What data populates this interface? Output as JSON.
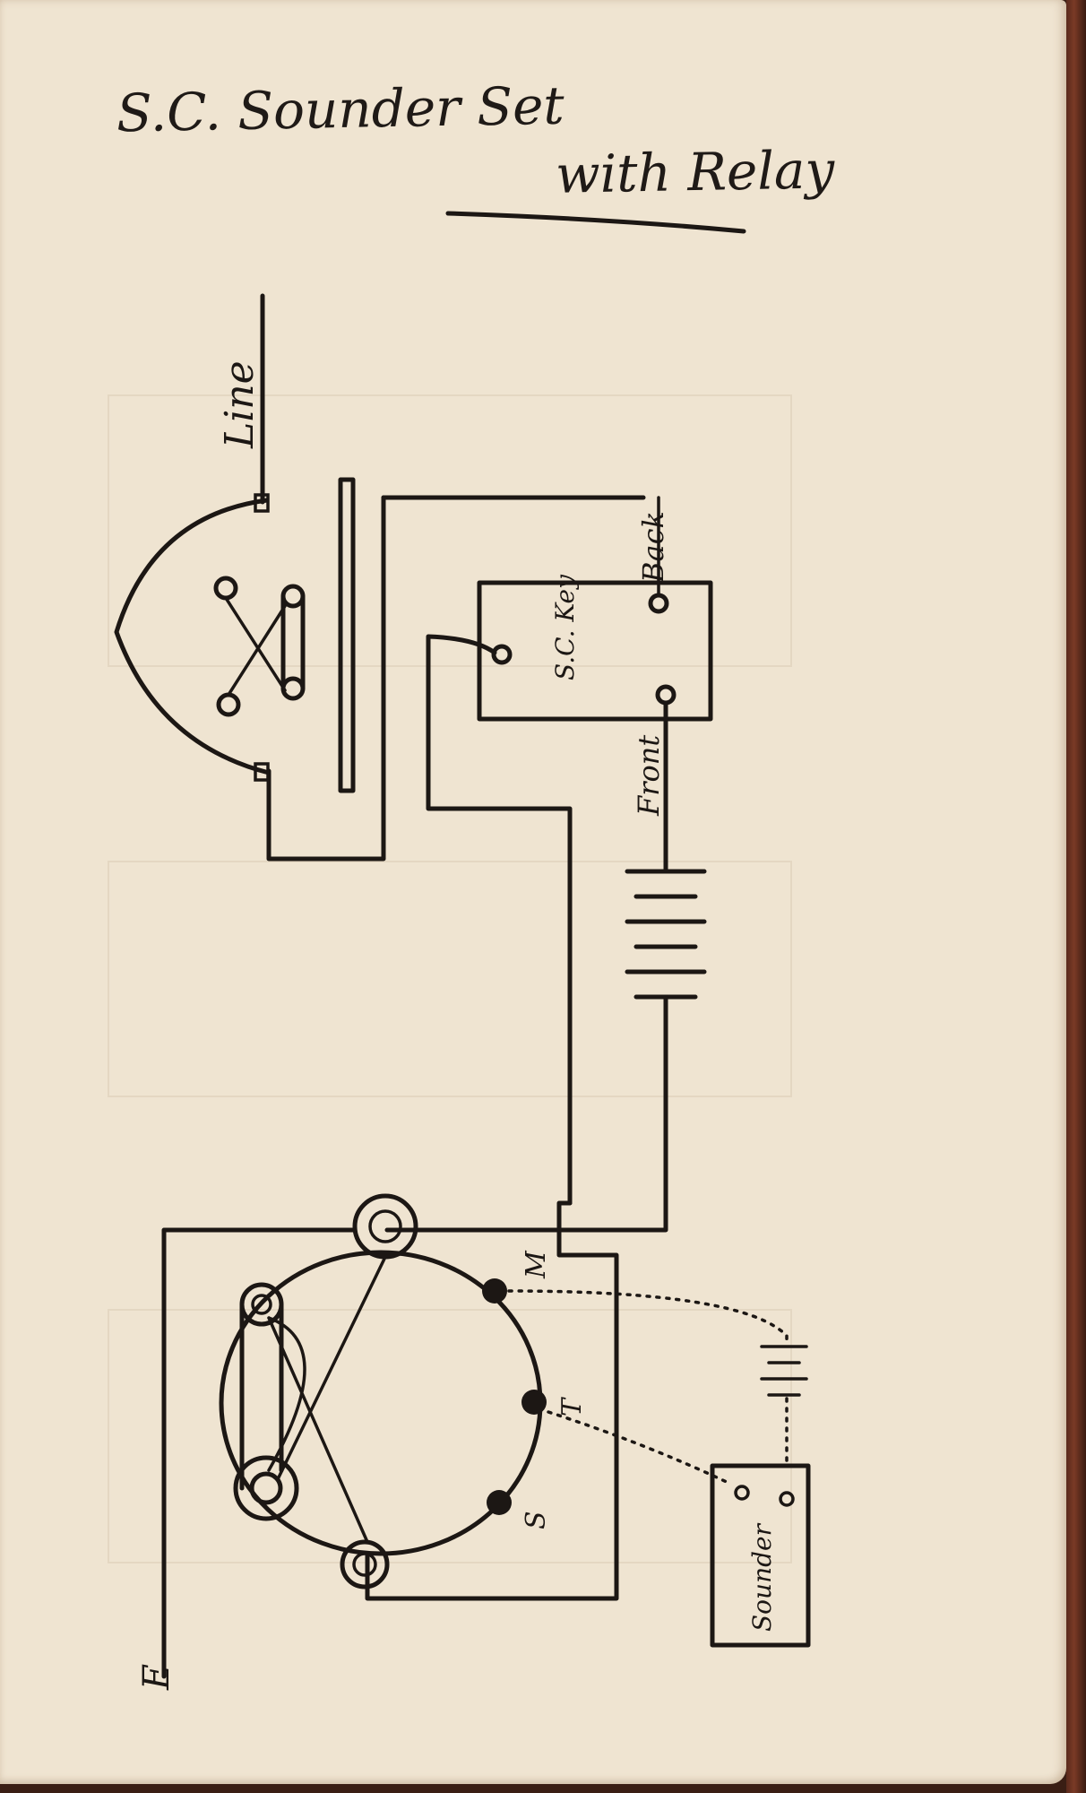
{
  "title": {
    "line1": "S.C. Sounder Set",
    "line2": "with Relay"
  },
  "labels": {
    "line": "Line",
    "key": "S.C. Key",
    "back": "Back",
    "front": "Front",
    "m": "M",
    "t": "T",
    "s": "S",
    "sounder": "Sounder",
    "earth": "E"
  },
  "colors": {
    "paper": "#efe4d1",
    "ink": "#1c1714",
    "cover": "#5a2a1c"
  }
}
